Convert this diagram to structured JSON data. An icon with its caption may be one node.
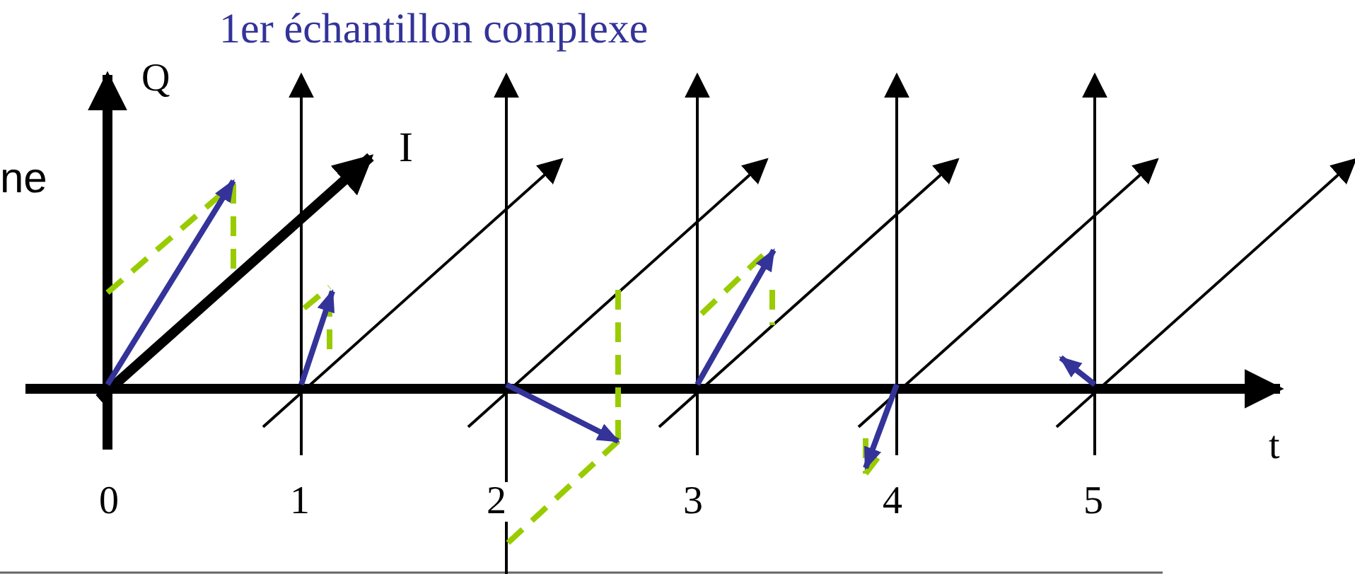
{
  "diagram": {
    "labels": [
      "1er échantillon complexe",
      "Q",
      "ne",
      "I",
      "0",
      "1",
      "2",
      "3",
      "4",
      "5",
      "t"
    ]
  }
}
